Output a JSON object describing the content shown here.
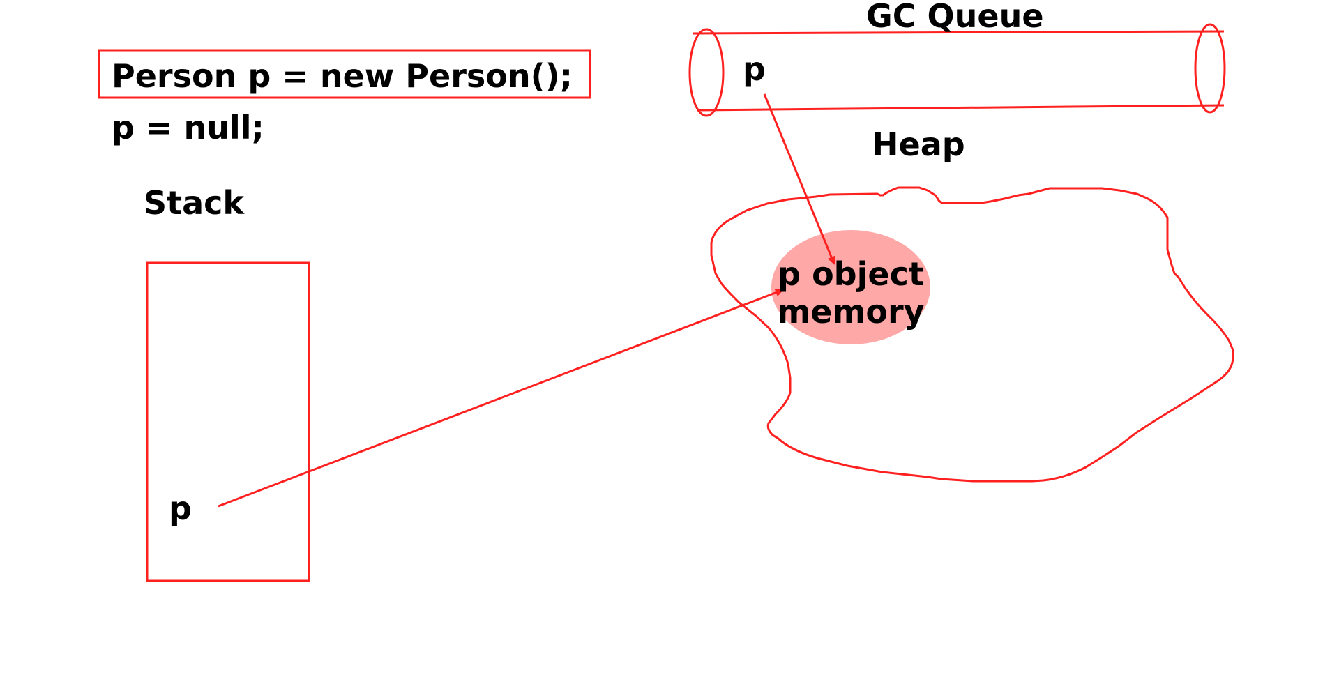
{
  "code": {
    "line1": "Person p = new Person();",
    "line2": "p = null;"
  },
  "stack": {
    "title": "Stack",
    "variable": "p"
  },
  "gc_queue": {
    "title": "GC Queue",
    "item": "p"
  },
  "heap": {
    "title": "Heap",
    "object_label_line1": "p object",
    "object_label_line2": "memory"
  },
  "colors": {
    "line": "#ff2020",
    "object_fill": "#ffa8a8",
    "text": "#000000",
    "background": "#ffffff"
  }
}
